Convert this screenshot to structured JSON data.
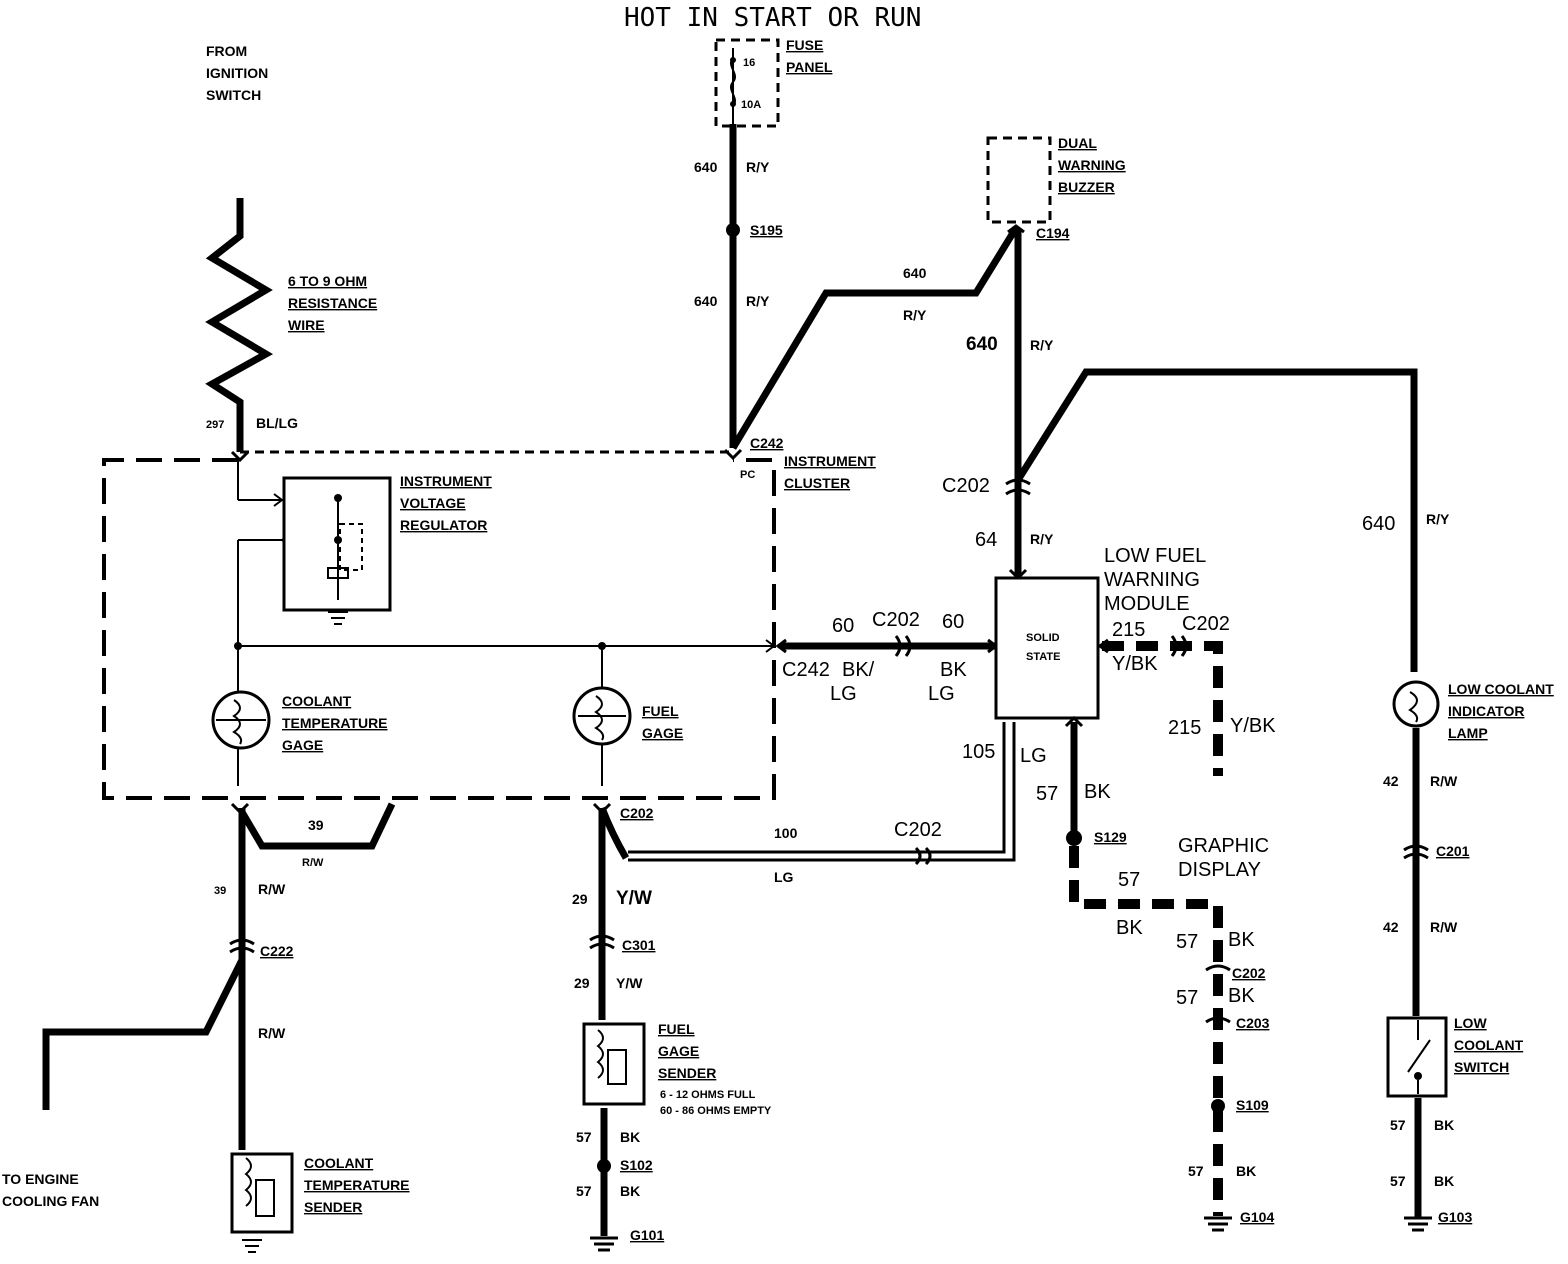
{
  "title": "HOT IN START OR RUN",
  "labels": {
    "from_ignition": [
      "FROM",
      "IGNITION",
      "SWITCH"
    ],
    "resistance": [
      "6 TO 9 OHM",
      "RESISTANCE",
      "WIRE"
    ],
    "fuse_panel": [
      "FUSE",
      "PANEL"
    ],
    "fuse_num": "16",
    "fuse_amp": "10A",
    "dual_buzzer": [
      "DUAL",
      "WARNING",
      "BUZZER"
    ],
    "ivr": [
      "INSTRUMENT",
      "VOLTAGE",
      "REGULATOR"
    ],
    "cluster": [
      "INSTRUMENT",
      "CLUSTER"
    ],
    "pc": "PC",
    "coolant_gage": [
      "COOLANT",
      "TEMPERATURE",
      "GAGE"
    ],
    "fuel_gage": [
      "FUEL",
      "GAGE"
    ],
    "lfwm": [
      "LOW FUEL",
      "WARNING",
      "MODULE"
    ],
    "solid_state": [
      "SOLID",
      "STATE"
    ],
    "low_coolant_lamp": [
      "LOW COOLANT",
      "INDICATOR",
      "LAMP"
    ],
    "graphic_display": [
      "GRAPHIC",
      "DISPLAY"
    ],
    "fuel_sender": [
      "FUEL",
      "GAGE",
      "SENDER"
    ],
    "fuel_sender_note": [
      "6 - 12 OHMS FULL",
      "60 - 86 OHMS EMPTY"
    ],
    "coolant_sender": [
      "COOLANT",
      "TEMPERATURE",
      "SENDER"
    ],
    "engine_fan": [
      "TO ENGINE",
      "COOLING FAN"
    ],
    "low_coolant_switch": [
      "LOW",
      "COOLANT",
      "SWITCH"
    ]
  },
  "wires": {
    "w640": "640",
    "ry": "R/Y",
    "w64": "64",
    "w297": "297",
    "bllg": "BL/LG",
    "w60": "60",
    "bklg_a": "BK/",
    "lg": "LG",
    "bk": "BK",
    "w215": "215",
    "ybk": "Y/BK",
    "w105": "105",
    "w57": "57",
    "w100": "100",
    "w39": "39",
    "rw": "R/W",
    "w29": "29",
    "yw": "Y/W",
    "w42": "42"
  },
  "connectors": {
    "s195": "S195",
    "c194": "C194",
    "c242": "C242",
    "c202": "C202",
    "c222": "C222",
    "c301": "C301",
    "c201": "C201",
    "c203": "C203",
    "s129": "S129",
    "s109": "S109",
    "s102": "S102",
    "g101": "G101",
    "g104": "G104",
    "g103": "G103"
  }
}
